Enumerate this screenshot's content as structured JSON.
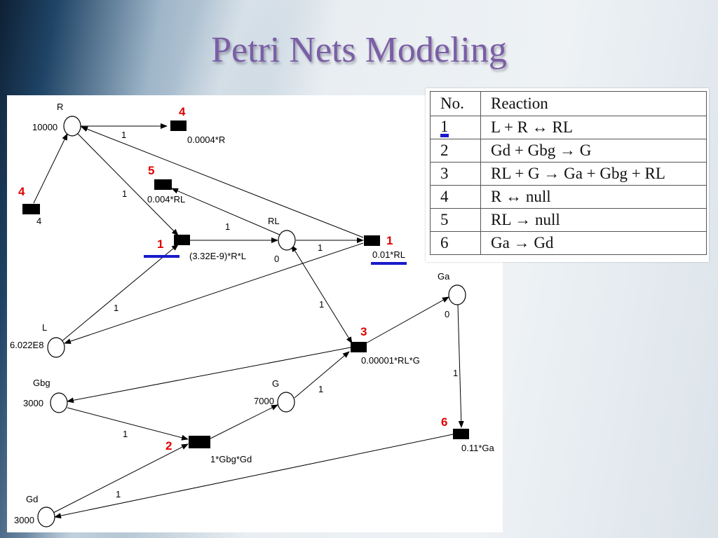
{
  "slide": {
    "title": "Petri Nets Modeling",
    "accent_color": "#7b5ea6"
  },
  "petri_net": {
    "places": {
      "R": {
        "name": "R",
        "tokens": "10000"
      },
      "RL": {
        "name": "RL",
        "tokens": "0"
      },
      "L": {
        "name": "L",
        "tokens": "6.022E8"
      },
      "Gbg": {
        "name": "Gbg",
        "tokens": "3000"
      },
      "G": {
        "name": "G",
        "tokens": "7000"
      },
      "Ga": {
        "name": "Ga",
        "tokens": "0"
      },
      "Gd": {
        "name": "Gd",
        "tokens": "3000"
      }
    },
    "transitions": {
      "t4a": {
        "number": "4",
        "rate": "0.0004*R"
      },
      "t4b": {
        "number": "4",
        "rate": "4"
      },
      "t5": {
        "number": "5",
        "rate": "0.004*RL"
      },
      "t1a": {
        "number": "1",
        "rate": "(3.32E-9)*R*L"
      },
      "t1b": {
        "number": "1",
        "rate": "0.01*RL"
      },
      "t3": {
        "number": "3",
        "rate": "0.00001*RL*G"
      },
      "t2": {
        "number": "2",
        "rate": "1*Gbg*Gd"
      },
      "t6": {
        "number": "6",
        "rate": "0.11*Ga"
      }
    },
    "arc_weights": {
      "R_t4a": "1",
      "R_t1a": "1",
      "t1a_RL": "1",
      "RL_t1b": "1",
      "L_t1a": "1",
      "RL_t3": "1",
      "Gbg_t2": "1",
      "G_t3": "1",
      "Ga_t6": "1",
      "t6_Gd": "1"
    },
    "colors": {
      "number_color": "#e00000",
      "highlight_color": "#1a1acc"
    }
  },
  "reaction_table": {
    "headers": {
      "no": "No.",
      "reaction": "Reaction"
    },
    "rows": [
      {
        "no": "1",
        "reaction": "L + R ↔ RL"
      },
      {
        "no": "2",
        "reaction": "Gd + Gbg → G"
      },
      {
        "no": "3",
        "reaction": "RL + G → Ga + Gbg + RL"
      },
      {
        "no": "4",
        "reaction": "R ↔ null"
      },
      {
        "no": "5",
        "reaction": "RL → null"
      },
      {
        "no": "6",
        "reaction": "Ga → Gd"
      }
    ]
  }
}
